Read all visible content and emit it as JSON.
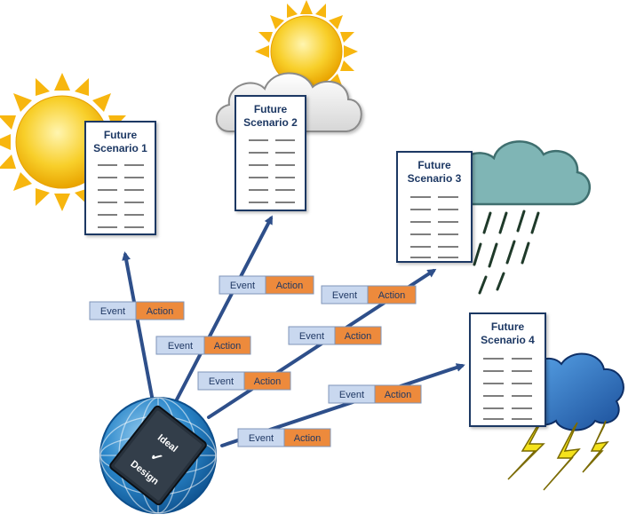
{
  "scenarios": [
    {
      "title_line1": "Future",
      "title_line2": "Scenario 1",
      "weather_icon": "sun-icon"
    },
    {
      "title_line1": "Future",
      "title_line2": "Scenario 2",
      "weather_icon": "partly-cloudy-icon"
    },
    {
      "title_line1": "Future",
      "title_line2": "Scenario 3",
      "weather_icon": "rain-cloud-icon"
    },
    {
      "title_line1": "Future",
      "title_line2": "Scenario 4",
      "weather_icon": "storm-cloud-icon"
    }
  ],
  "tags": [
    {
      "event": "Event",
      "action": "Action"
    },
    {
      "event": "Event",
      "action": "Action"
    },
    {
      "event": "Event",
      "action": "Action"
    },
    {
      "event": "Event",
      "action": "Action"
    },
    {
      "event": "Event",
      "action": "Action"
    },
    {
      "event": "Event",
      "action": "Action"
    },
    {
      "event": "Event",
      "action": "Action"
    }
  ],
  "globe": {
    "line1": "Ideal",
    "mark": "✓",
    "line2": "Design"
  },
  "colors": {
    "arrow": "#2e4f8a",
    "event_fill": "#c9d8ef",
    "action_fill": "#ed8a3c",
    "doc_border": "#1f3864",
    "sun": "#f7c21a",
    "cloud_gray": "#e8e8e8",
    "rain_cloud": "#7fb5b5",
    "storm_cloud": "#2f73c8",
    "bolt": "#f4e21b",
    "globe": "#2a86c9"
  }
}
